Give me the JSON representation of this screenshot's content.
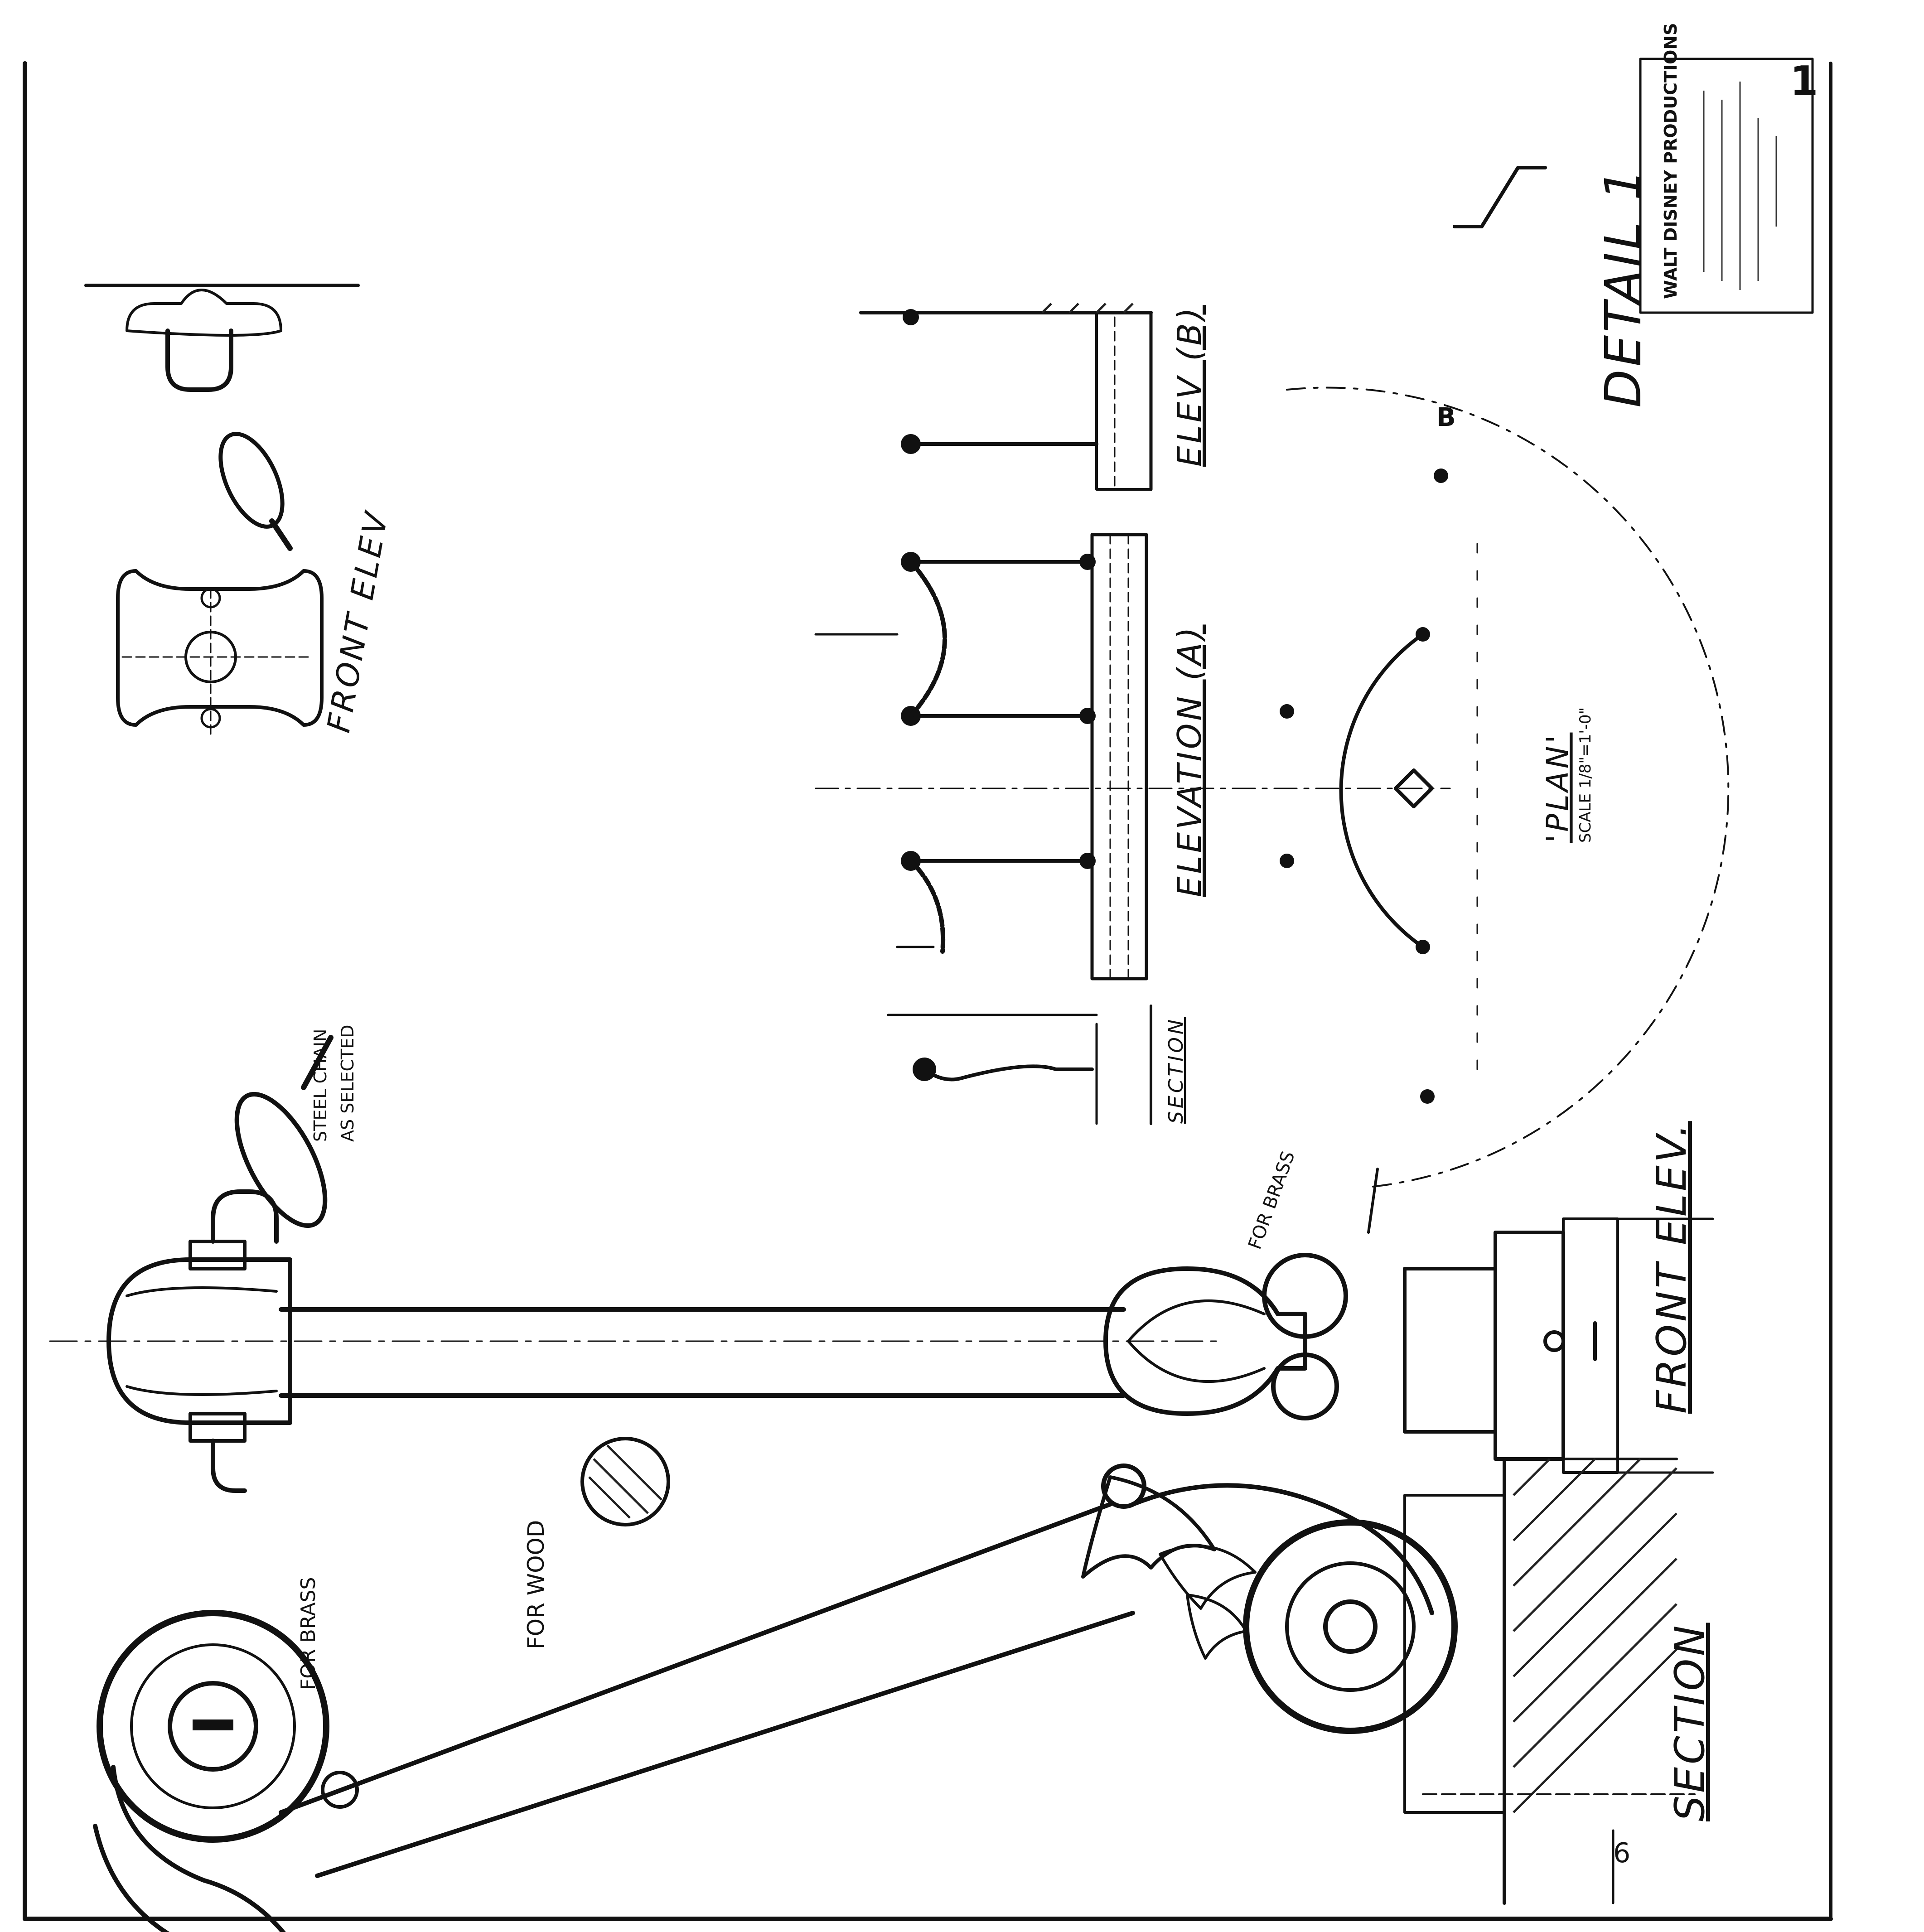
{
  "title_block": {
    "company": "WALT DISNEY PRODUCTIONS",
    "detail": "DETAIL 1",
    "sheet_number": "1"
  },
  "labels": {
    "front_elev_top": "FRONT ELEV",
    "front_elev_bottom": "FRONT ELEV.",
    "elevation_a": "ELEVATION (A)",
    "elev_b": "ELEV (B)",
    "section_small": "SECTION",
    "section_large": "SECTION",
    "plan": "'PLAN'",
    "plan_scale": "SCALE 1/8\"=1'-0\"",
    "for_wood": "FOR WOOD",
    "for_brass_left": "FOR BRASS",
    "for_brass_right": "FOR BRASS",
    "steel_chain": "STEEL CHAIN",
    "steel_chain_2": "AS SELECTED",
    "dim_six": "6",
    "plan_b_mark": "B"
  }
}
